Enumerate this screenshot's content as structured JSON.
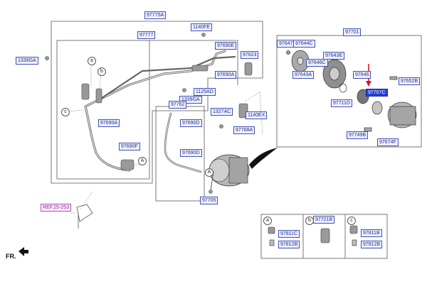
{
  "colors": {
    "label_fill": "#eef0ff",
    "label_border": "#3f52b6",
    "label_text": "#1a2d8a",
    "highlight_fill": "#2440d8",
    "ref_text": "#8a1a8a",
    "arrow_red": "#d81818"
  },
  "labels": {
    "p97775A": "97775A",
    "p1140FE": "1140FE",
    "p97777": "97777",
    "p1339GA_left": "1339GA",
    "p97690E": "97690E",
    "p97623": "97623",
    "p97690A_top": "97690A",
    "p1125AD": "1125AD",
    "p1339GA_mid": "1339GA",
    "p97762": "97762",
    "p97690A_mid": "97690A",
    "p97690D_top": "97690D",
    "p97690F": "97690F",
    "p97690D_bot": "97690D",
    "p1327AC": "1327AC",
    "p1140EX": "1140EX",
    "p97788A": "97788A",
    "p97705": "97705",
    "ref": "REF.25-253",
    "p97701": "97701",
    "p97647": "97647",
    "p97644C": "97644C",
    "p97643E": "97643E",
    "p97646C": "97646C",
    "p97643A": "97643A",
    "p97646": "97646",
    "p97652B": "97652B",
    "p97707C": "97707C",
    "p97711D": "97711D",
    "p97749B": "97749B",
    "p97674F": "97674F",
    "p97811C": "97811C",
    "p97812B_a": "97812B",
    "p97721B": "97721B",
    "p97811B": "97811B",
    "p97812B_c": "97812B"
  },
  "callouts": {
    "a": "a",
    "b": "b",
    "c": "c",
    "A": "A"
  },
  "sections": {
    "a": "a",
    "b": "b",
    "c": "c"
  },
  "front_marker": "FR."
}
